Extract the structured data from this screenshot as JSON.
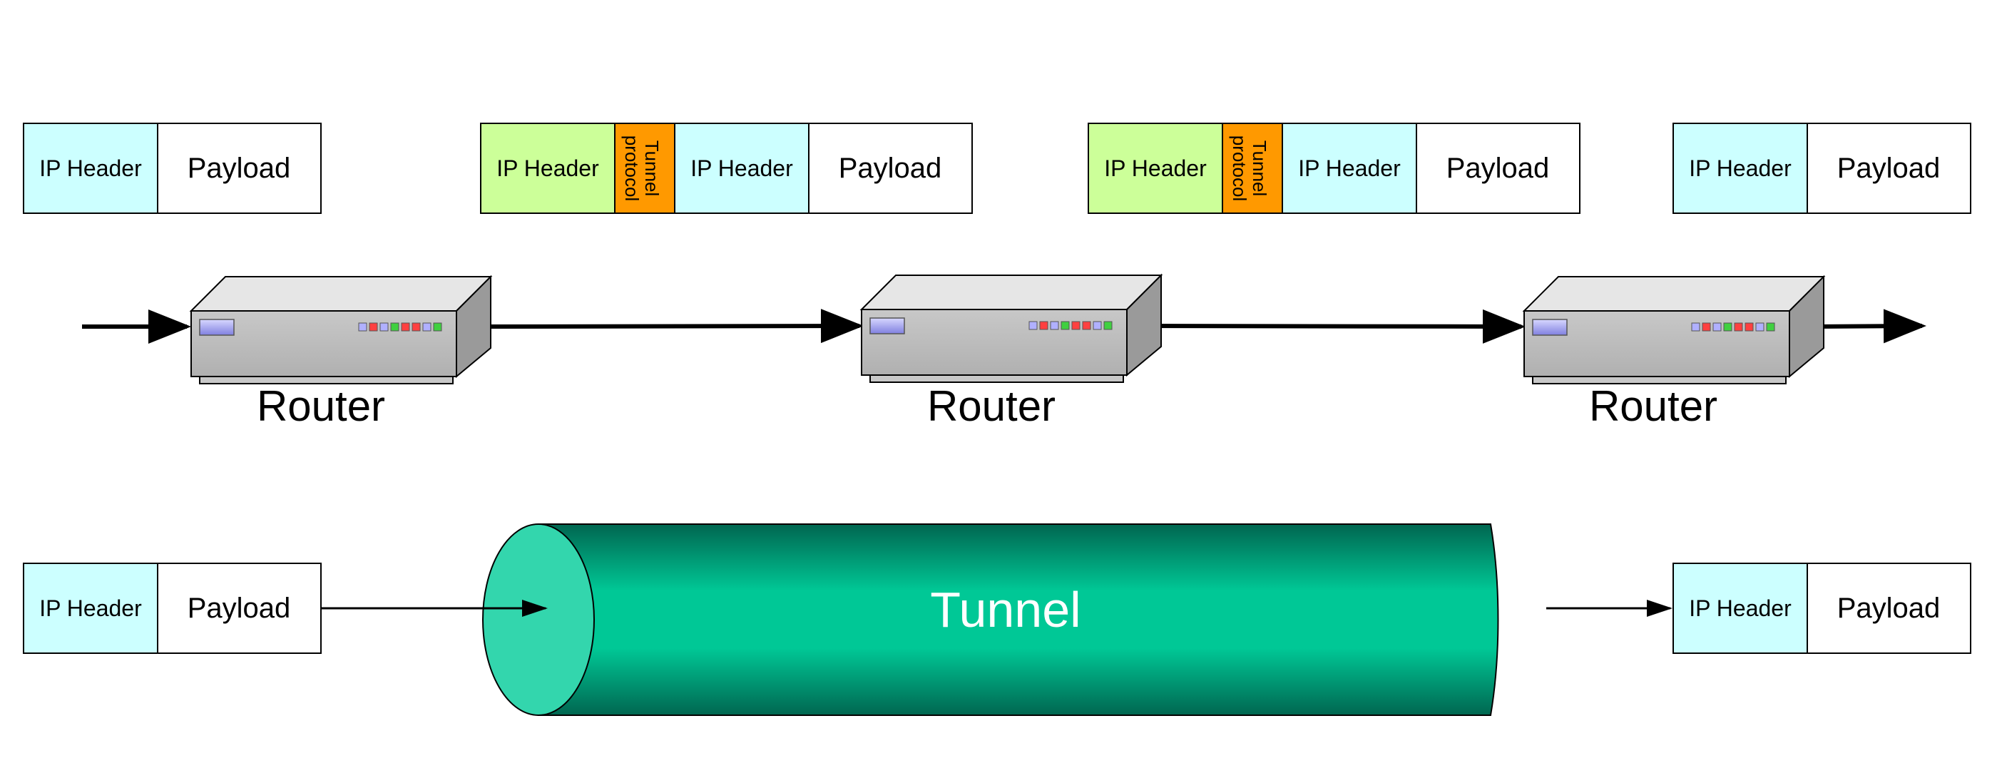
{
  "labels": {
    "ip_header": "IP Header",
    "payload": "Payload",
    "tunnel_protocol_line1": "Tunnel",
    "tunnel_protocol_line2": "protocol",
    "router": "Router",
    "tunnel": "Tunnel"
  },
  "colors": {
    "ip_header": "#ccffff",
    "outer_ip_header": "#ccff99",
    "tunnel_protocol": "#ff9900",
    "payload": "#ffffff",
    "tunnel_body": "#00c896",
    "tunnel_dark": "#006650",
    "tunnel_end": "#33d6ad"
  },
  "routers": [
    "Router",
    "Router",
    "Router"
  ],
  "packets": {
    "top": [
      {
        "cells": [
          "IP Header",
          "Payload"
        ]
      },
      {
        "cells": [
          "IP Header",
          "Tunnel protocol",
          "IP Header",
          "Payload"
        ]
      },
      {
        "cells": [
          "IP Header",
          "Tunnel protocol",
          "IP Header",
          "Payload"
        ]
      },
      {
        "cells": [
          "IP Header",
          "Payload"
        ]
      }
    ],
    "bottom": [
      {
        "cells": [
          "IP Header",
          "Payload"
        ]
      },
      {
        "cells": [
          "IP Header",
          "Payload"
        ]
      }
    ]
  }
}
